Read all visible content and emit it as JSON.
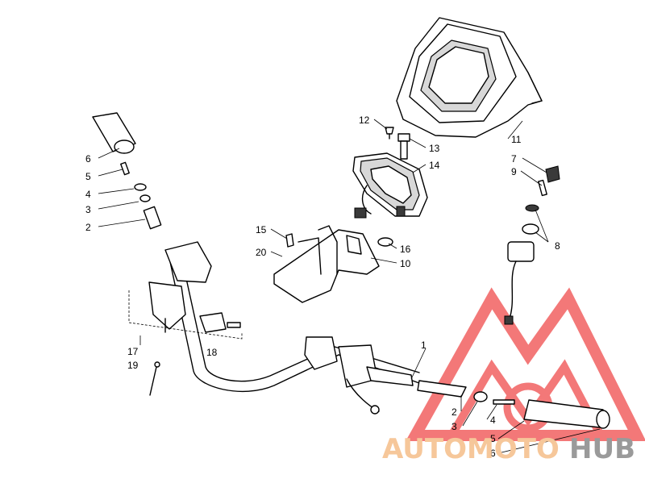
{
  "diagram": {
    "callouts": [
      {
        "id": "c6a",
        "text": "6"
      },
      {
        "id": "c5a",
        "text": "5"
      },
      {
        "id": "c4a",
        "text": "4"
      },
      {
        "id": "c3a",
        "text": "3"
      },
      {
        "id": "c2a",
        "text": "2"
      },
      {
        "id": "c12",
        "text": "12"
      },
      {
        "id": "c13",
        "text": "13"
      },
      {
        "id": "c14",
        "text": "14"
      },
      {
        "id": "c11",
        "text": "11"
      },
      {
        "id": "c7",
        "text": "7"
      },
      {
        "id": "c9",
        "text": "9"
      },
      {
        "id": "c8",
        "text": "8"
      },
      {
        "id": "c15",
        "text": "15"
      },
      {
        "id": "c20",
        "text": "20"
      },
      {
        "id": "c16",
        "text": "16"
      },
      {
        "id": "c10",
        "text": "10"
      },
      {
        "id": "c17",
        "text": "17"
      },
      {
        "id": "c18",
        "text": "18"
      },
      {
        "id": "c19",
        "text": "19"
      },
      {
        "id": "c1",
        "text": "1"
      },
      {
        "id": "c2b",
        "text": "2"
      },
      {
        "id": "c3b",
        "text": "3"
      },
      {
        "id": "c4b",
        "text": "4"
      },
      {
        "id": "c5b",
        "text": "5"
      },
      {
        "id": "c6b",
        "text": "6"
      }
    ]
  },
  "watermark": {
    "word_a": "AUTOMOTO",
    "word_b": "HUB",
    "color_a": "#f6c79a",
    "color_b": "#9a9a9a",
    "logo_color": "#ef4b4b"
  }
}
